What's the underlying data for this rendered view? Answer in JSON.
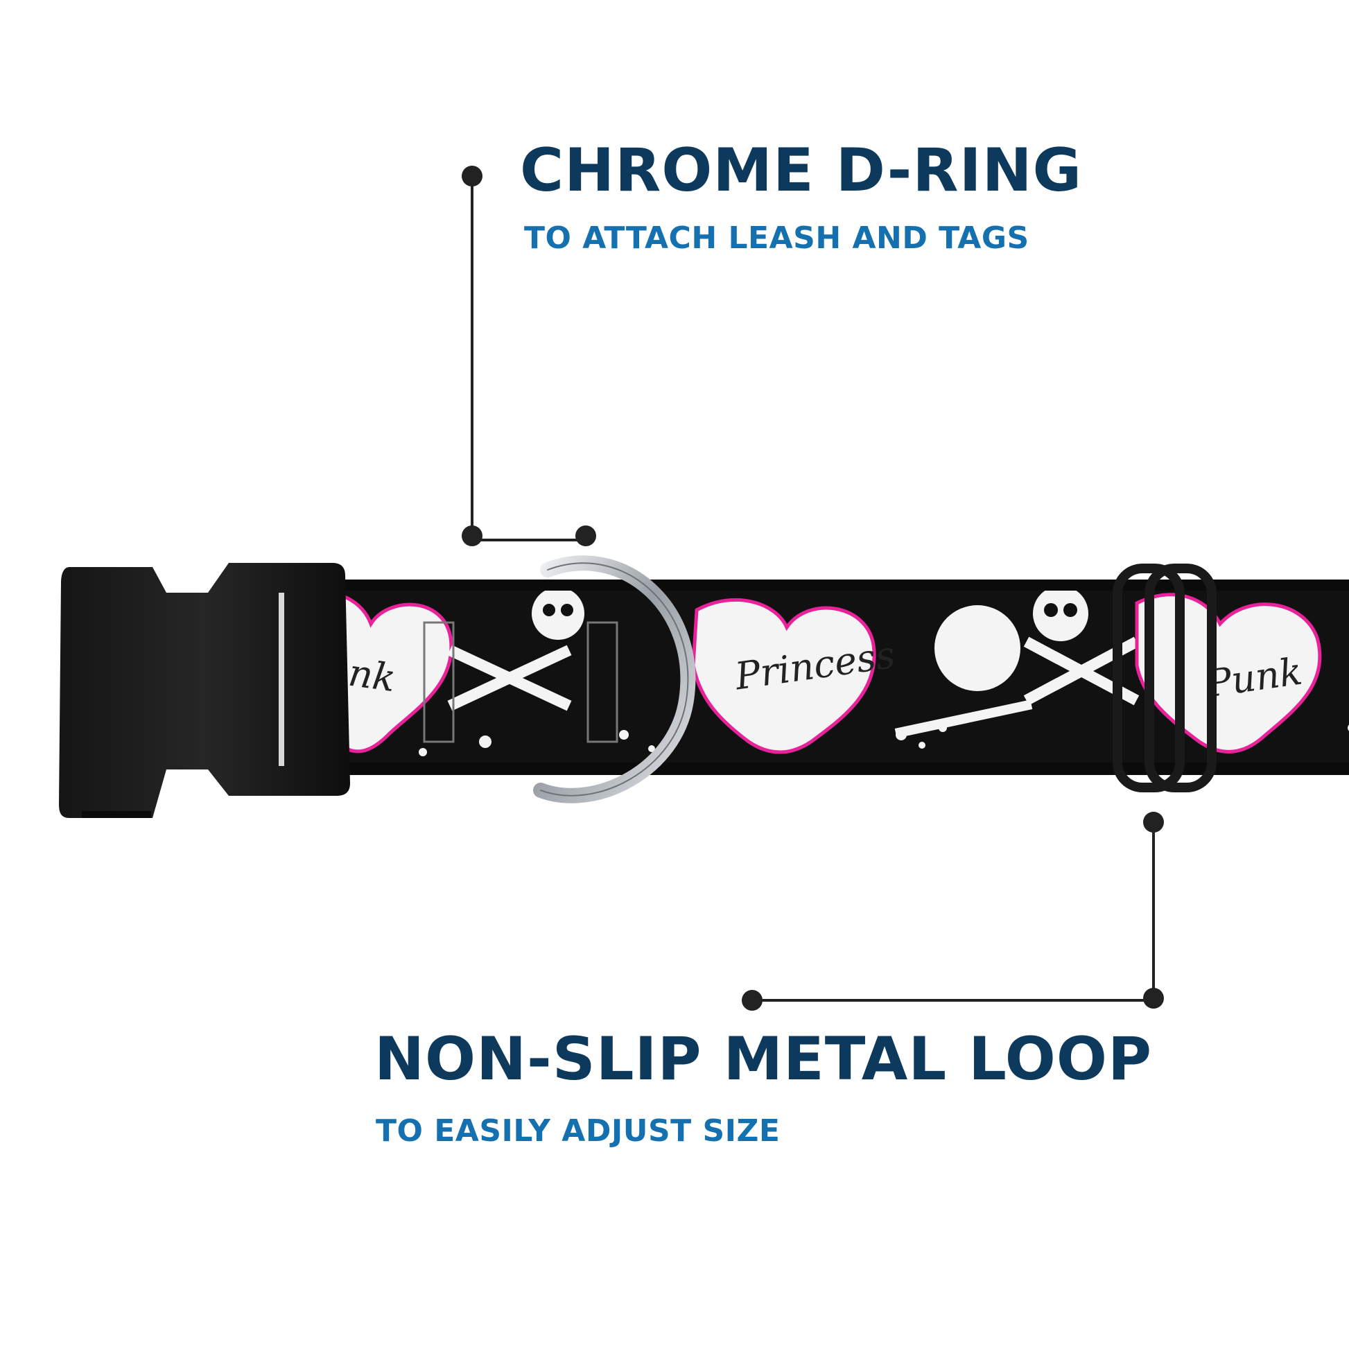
{
  "callouts": {
    "d_ring": {
      "title": "CHROME D-RING",
      "subtitle": "TO ATTACH LEASH AND TAGS"
    },
    "loop": {
      "title": "NON-SLIP METAL LOOP",
      "subtitle": "TO EASILY ADJUST SIZE"
    }
  },
  "collar_print": {
    "words": [
      "Punk",
      "Princess",
      "Punk"
    ]
  },
  "colors": {
    "title": "#0d3a5c",
    "subtitle": "#1570b0",
    "pointer": "#222222",
    "strap_black": "#0b0b0b",
    "print_pink": "#e8239a",
    "buckle": "#1a1a1a",
    "chrome": "#b9bcc0"
  }
}
